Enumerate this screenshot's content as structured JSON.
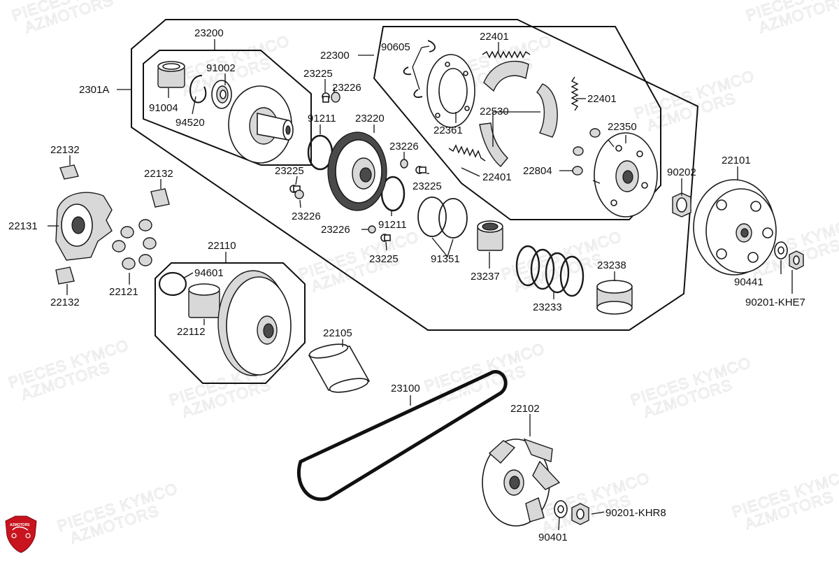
{
  "watermark": {
    "line1": "PIECES KYMCO",
    "line2": "AZMOTORS"
  },
  "logo": {
    "text": "AZMOTORS",
    "color": "#c8141e",
    "icon": "motorcycle-shield-icon"
  },
  "labels": {
    "p23200": "23200",
    "p2301A": "2301A",
    "p91002": "91002",
    "p91004": "91004",
    "p94520": "94520",
    "p22300": "22300",
    "p90605": "90605",
    "p22401a": "22401",
    "p22401b": "22401",
    "p22401c": "22401",
    "p23225a": "23225",
    "p23225b": "23225",
    "p23225c": "23225",
    "p23225d": "23225",
    "p23226a": "23226",
    "p23226b": "23226",
    "p23226c": "23226",
    "p23226d": "23226",
    "p91211a": "91211",
    "p91211b": "91211",
    "p23220": "23220",
    "p22530": "22530",
    "p22361": "22361",
    "p22350": "22350",
    "p22804": "22804",
    "p90202": "90202",
    "p22101": "22101",
    "p22132a": "22132",
    "p22132b": "22132",
    "p22132c": "22132",
    "p22131": "22131",
    "p22121": "22121",
    "p22110": "22110",
    "p94601": "94601",
    "p22112": "22112",
    "p91351": "91351",
    "p23237": "23237",
    "p23233": "23233",
    "p23238": "23238",
    "p90441": "90441",
    "p90201KHE7": "90201-KHE7",
    "p22105": "22105",
    "p23100": "23100",
    "p22102": "22102",
    "p90201KHR8": "90201-KHR8",
    "p90401": "90401"
  }
}
